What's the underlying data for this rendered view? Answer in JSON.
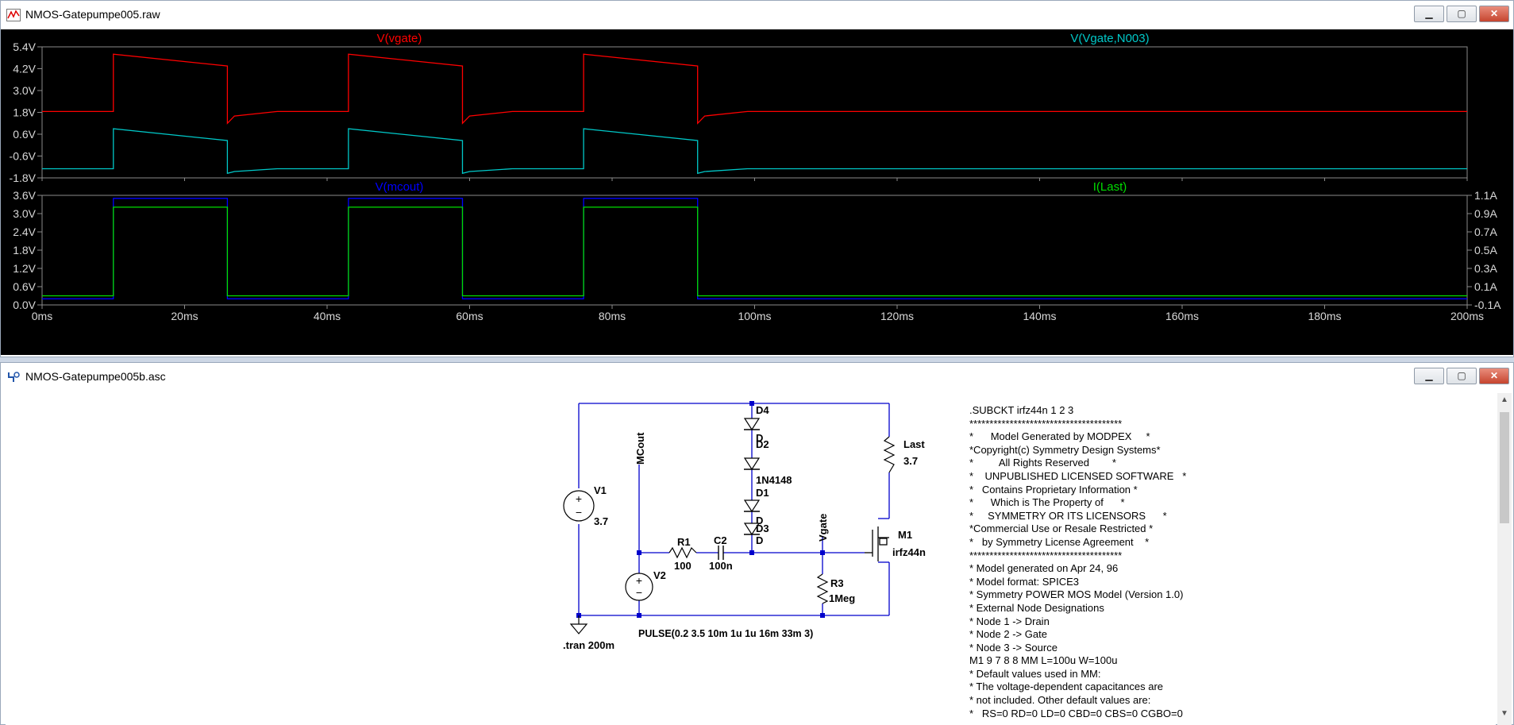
{
  "waveform_window": {
    "title": "NMOS-Gatepumpe005.raw",
    "icon": "waveform-icon",
    "buttons": {
      "minimize": "▁",
      "maximize": "▢",
      "close": "✕"
    }
  },
  "chart_data": [
    {
      "type": "line",
      "pane": "top",
      "x_unit": "ms",
      "xlim": [
        0,
        200
      ],
      "ylim": [
        -1.8,
        5.4
      ],
      "y_ticks": [
        "5.4V",
        "4.2V",
        "3.0V",
        "1.8V",
        "0.6V",
        "-0.6V",
        "-1.8V"
      ],
      "series": [
        {
          "name": "V(vgate)",
          "color": "#ff0000",
          "x": [
            0,
            10,
            10,
            26,
            26,
            27,
            33,
            43,
            43,
            59,
            59,
            60,
            66,
            76,
            76,
            92,
            92,
            93,
            99,
            200
          ],
          "y": [
            1.85,
            1.85,
            5.0,
            4.35,
            1.2,
            1.6,
            1.85,
            1.85,
            5.0,
            4.35,
            1.2,
            1.6,
            1.85,
            1.85,
            5.0,
            4.35,
            1.2,
            1.6,
            1.85,
            1.85
          ]
        },
        {
          "name": "V(Vgate,N003)",
          "color": "#00c8c8",
          "x": [
            0,
            10,
            10,
            26,
            26,
            27,
            33,
            43,
            43,
            59,
            59,
            60,
            66,
            76,
            76,
            92,
            92,
            93,
            99,
            200
          ],
          "y": [
            -1.3,
            -1.3,
            0.9,
            0.25,
            -1.55,
            -1.45,
            -1.3,
            -1.3,
            0.9,
            0.25,
            -1.55,
            -1.45,
            -1.3,
            -1.3,
            0.9,
            0.25,
            -1.55,
            -1.45,
            -1.3,
            -1.3
          ]
        }
      ]
    },
    {
      "type": "line",
      "pane": "bottom",
      "x_unit": "ms",
      "xlim": [
        0,
        200
      ],
      "x_ticks": [
        "0ms",
        "20ms",
        "40ms",
        "60ms",
        "80ms",
        "100ms",
        "120ms",
        "140ms",
        "160ms",
        "180ms",
        "200ms"
      ],
      "ylim": [
        0,
        3.6
      ],
      "y_ticks": [
        "3.6V",
        "3.0V",
        "2.4V",
        "1.8V",
        "1.2V",
        "0.6V",
        "0.0V"
      ],
      "y2lim": [
        -0.1,
        1.1
      ],
      "y2_ticks": [
        "1.1A",
        "0.9A",
        "0.7A",
        "0.5A",
        "0.3A",
        "0.1A",
        "-0.1A"
      ],
      "series": [
        {
          "name": "V(mcout)",
          "color": "#0000ff",
          "axis": "left",
          "x": [
            0,
            10,
            10,
            26,
            26,
            43,
            43,
            59,
            59,
            76,
            76,
            92,
            92,
            200
          ],
          "y": [
            0.2,
            0.2,
            3.5,
            3.5,
            0.2,
            0.2,
            3.5,
            3.5,
            0.2,
            0.2,
            3.5,
            3.5,
            0.2,
            0.2
          ]
        },
        {
          "name": "I(Last)",
          "color": "#00dd00",
          "axis": "right",
          "x": [
            0,
            10,
            10,
            26,
            26,
            43,
            43,
            59,
            59,
            76,
            76,
            92,
            92,
            200
          ],
          "y": [
            0.0,
            0.0,
            0.97,
            0.97,
            0.0,
            0.0,
            0.97,
            0.97,
            0.0,
            0.0,
            0.97,
            0.97,
            0.0,
            0.0
          ]
        }
      ]
    }
  ],
  "schematic_window": {
    "title": "NMOS-Gatepumpe005b.asc",
    "icon": "schematic-icon",
    "buttons": {
      "minimize": "▁",
      "maximize": "▢",
      "close": "✕"
    },
    "labels": {
      "v1_name": "V1",
      "v1_value": "3.7",
      "v2_name": "V2",
      "v2_value": "PULSE(0.2 3.5 10m 1u 1u 16m 33m 3)",
      "r1_name": "R1",
      "r1_value": "100",
      "c2_name": "C2",
      "c2_value": "100n",
      "r3_name": "R3",
      "r3_value": "1Meg",
      "last_name": "Last",
      "last_value": "3.7",
      "m1_name": "M1",
      "m1_value": "irfz44n",
      "d4_name": "D4",
      "d4_model": "D",
      "d2_name": "D2",
      "d2_model": "1N4148",
      "d1_name": "D1",
      "d1_model": "D",
      "d3_name": "D3",
      "d3_model": "D",
      "net_mcout": "MCout",
      "net_vgate": "Vgate",
      "tran": ".tran 200m"
    },
    "spice_text": [
      ".SUBCKT irfz44n 1 2 3",
      "**************************************",
      "*      Model Generated by MODPEX     *",
      "*Copyright(c) Symmetry Design Systems*",
      "*         All Rights Reserved        *",
      "*    UNPUBLISHED LICENSED SOFTWARE   *",
      "*   Contains Proprietary Information *",
      "*      Which is The Property of      *",
      "*     SYMMETRY OR ITS LICENSORS      *",
      "*Commercial Use or Resale Restricted *",
      "*   by Symmetry License Agreement    *",
      "**************************************",
      "* Model generated on Apr 24, 96",
      "* Model format: SPICE3",
      "* Symmetry POWER MOS Model (Version 1.0)",
      "* External Node Designations",
      "* Node 1 -> Drain",
      "* Node 2 -> Gate",
      "* Node 3 -> Source",
      "M1 9 7 8 8 MM L=100u W=100u",
      "* Default values used in MM:",
      "* The voltage-dependent capacitances are",
      "* not included. Other default values are:",
      "*   RS=0 RD=0 LD=0 CBD=0 CBS=0 CGBO=0"
    ]
  }
}
